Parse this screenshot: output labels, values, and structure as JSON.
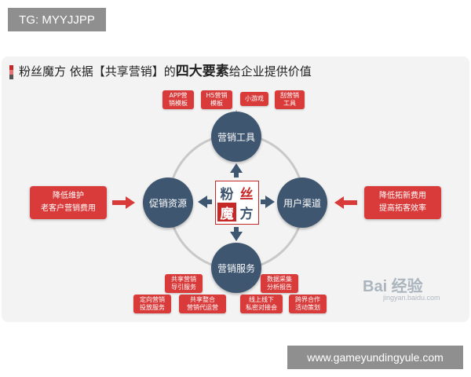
{
  "top_tag": "TG: MYYJJPP",
  "footer_site": "www.gameyundingyule.com",
  "title": {
    "part1": "粉丝魔方 依据【共享营销】的",
    "bold": "四大要素",
    "part2": "给企业提供价值"
  },
  "center_chars": [
    "粉",
    "丝",
    "魔",
    "方"
  ],
  "nodes": {
    "top": "营销工具",
    "left": "促销资源",
    "right": "用户渠道",
    "bottom": "营销服务"
  },
  "tools_top": [
    [
      "APP营",
      "销模板"
    ],
    [
      "H5营销",
      "模板"
    ],
    [
      "小游戏"
    ],
    [
      "刮营销",
      "工具"
    ]
  ],
  "tools_bottom": [
    [
      "共享营销",
      "导引服务"
    ],
    [
      "数据采集",
      "分析报告"
    ],
    [
      "定向营销",
      "投放服务"
    ],
    [
      "共享整合",
      "营销代运营"
    ],
    [
      "线上线下",
      "私密对接会"
    ],
    [
      "跨界合作",
      "活动策划"
    ]
  ],
  "left_box": [
    "降低维护",
    "老客户营销费用"
  ],
  "right_box": [
    "降低拓新费用",
    "提高拓客效率"
  ],
  "watermark": "Bai 经验",
  "watermark_sub": "jingyan.baidu.com",
  "colors": {
    "node": "#3e5670",
    "accent": "#d93a3a",
    "card": "#f3f3f3"
  }
}
